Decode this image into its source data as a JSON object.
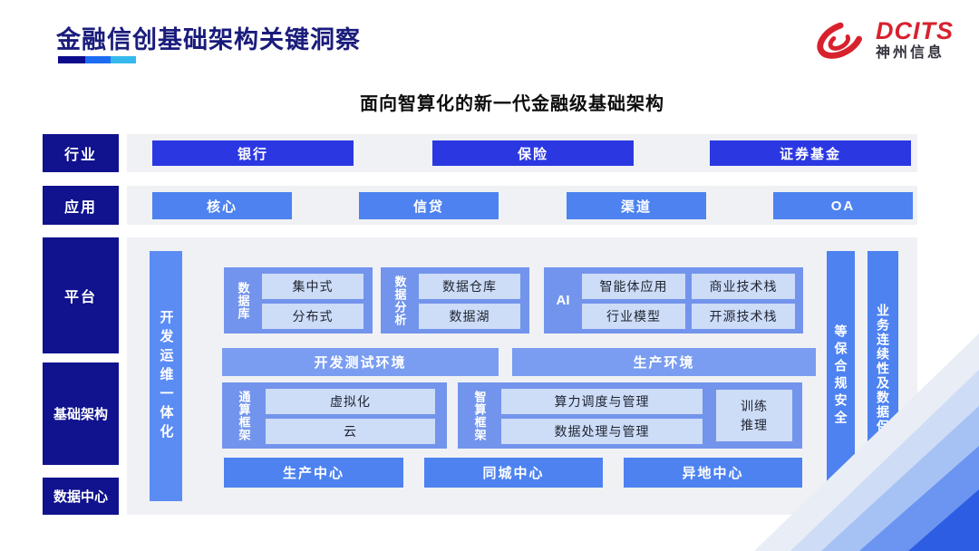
{
  "header": {
    "title": "金融信创基础架构关键洞察",
    "subtitle": "面向智算化的新一代金融级基础架构",
    "logo_brand": "DCITS",
    "logo_company": "神州信息"
  },
  "colors": {
    "title_navy": "#1a1c7c",
    "label_navy": "#10128e",
    "industry_blue": "#2b38e2",
    "app_blue": "#4d82f0",
    "group_blue": "#7394ec",
    "env_blue": "#7b9df1",
    "inner_light_blue": "#cddcf7",
    "panel_gray": "#f0f1f4",
    "brand_red": "#d7222e",
    "underline": [
      "#0b0b8c",
      "#1d6cf2",
      "#35b9ec"
    ]
  },
  "side_labels": {
    "industry": "行业",
    "application": "应用",
    "platform": "平台",
    "infrastructure": "基础架构",
    "datacenter": "数据中心"
  },
  "industry": {
    "items": [
      "银行",
      "保险",
      "证券基金"
    ]
  },
  "application": {
    "items": [
      "核心",
      "信贷",
      "渠道",
      "OA"
    ]
  },
  "platform": {
    "devops_bar": "开发运维一体化",
    "database": {
      "label": "数据库",
      "items": [
        "集中式",
        "分布式"
      ]
    },
    "analytics": {
      "label": "数据分析",
      "items": [
        "数据仓库",
        "数据湖"
      ]
    },
    "ai": {
      "label": "AI",
      "items": [
        "智能体应用",
        "商业技术栈",
        "行业模型",
        "开源技术栈"
      ]
    },
    "environments": [
      "开发测试环境",
      "生产环境"
    ],
    "general_framework": {
      "label": "通算框架",
      "items": [
        "虚拟化",
        "云"
      ]
    },
    "ai_framework": {
      "label": "智算框架",
      "items": [
        "算力调度与管理",
        "数据处理与管理"
      ],
      "side_item": "训练推理"
    },
    "centers": [
      "生产中心",
      "同城中心",
      "异地中心"
    ],
    "security_bar": "等保合规安全",
    "continuity_bar": "业务连续性及数据保护"
  }
}
